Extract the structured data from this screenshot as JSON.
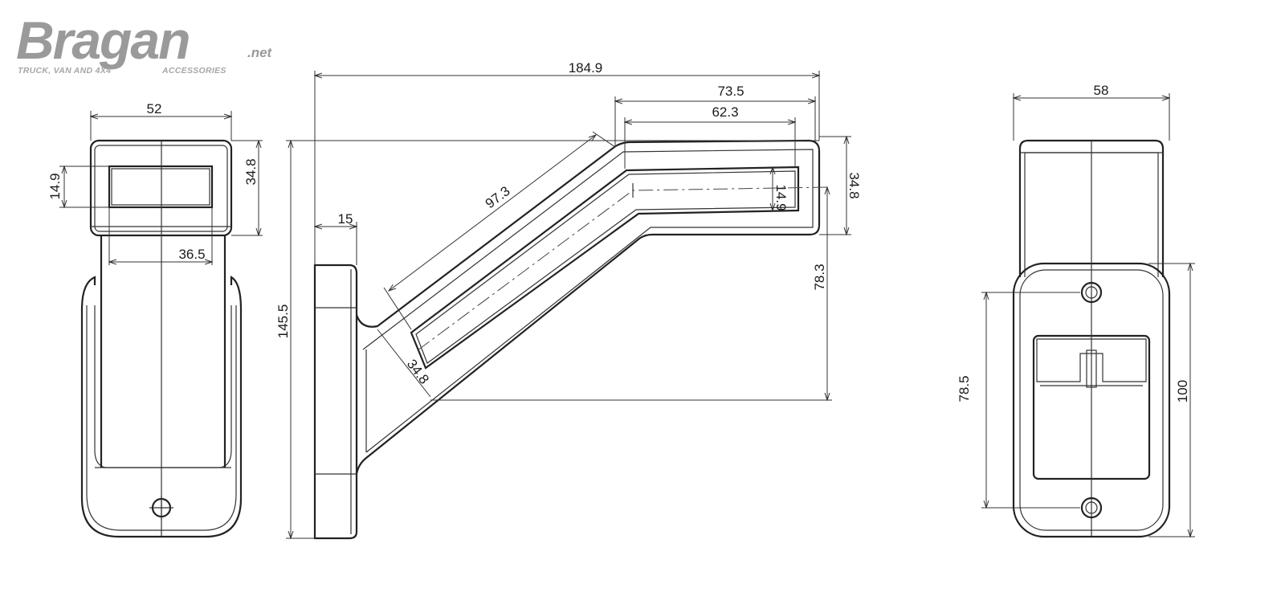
{
  "logo": {
    "wordmark": "Bragan",
    "suffix": ".net",
    "tagline_left": "TRUCK, VAN AND 4X4",
    "tagline_right": "ACCESSORIES"
  },
  "views": {
    "front": {
      "width_dim": "52",
      "lens_height_dim": "14.9",
      "head_height_dim": "34.8",
      "lens_width_dim": "36.5"
    },
    "side": {
      "overall_width_dim": "184.9",
      "head_length_dim": "73.5",
      "lens_length_dim": "62.3",
      "arm_length_dim": "97.3",
      "base_thickness_dim": "15",
      "overall_height_dim": "145.5",
      "arm_thickness_dim": "34.8",
      "head_thickness_dim": "34.8",
      "lens_thickness_dim": "14.9",
      "head_height_above_arm_dim": "78.3"
    },
    "back": {
      "width_dim": "58",
      "hole_spacing_dim": "78.5",
      "plate_height_dim": "100"
    }
  }
}
